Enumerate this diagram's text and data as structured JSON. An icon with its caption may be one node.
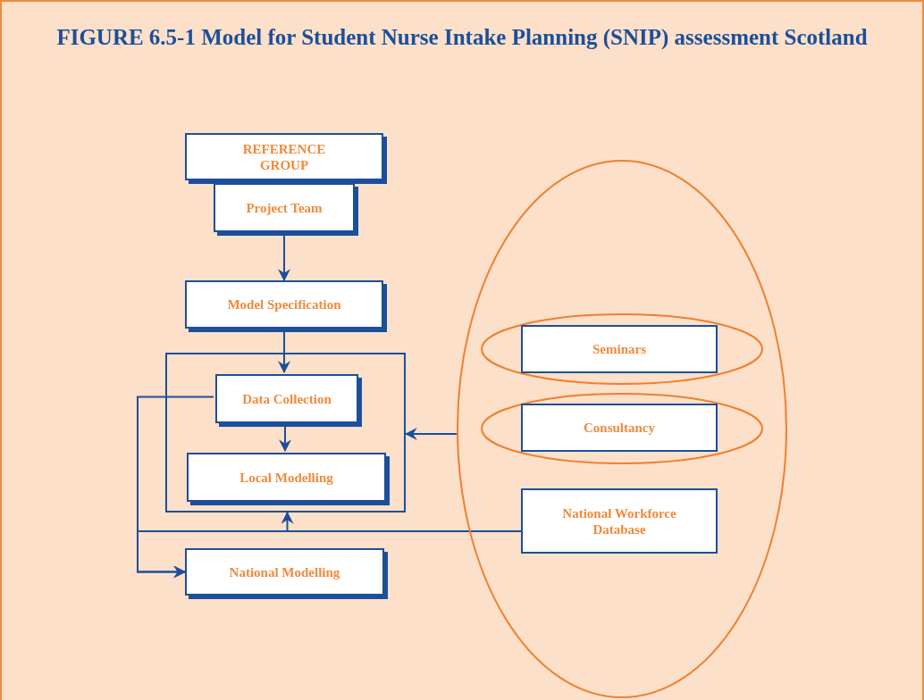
{
  "diagram": {
    "title": "FIGURE 6.5-1 Model for Student Nurse Intake Planning (SNIP) assessment Scotland",
    "nodes": [
      {
        "text": [
          "REFERENCE GROUP"
        ]
      },
      {
        "text": [
          "Project Team"
        ]
      },
      {
        "text": [
          "Model Specification"
        ]
      },
      {
        "text": [],
        "shape": "box"
      },
      {
        "text": [
          "Data Collection"
        ],
        "in": 3
      },
      {
        "text": [
          "Local Modelling"
        ],
        "in": 3
      },
      {
        "text": [
          "National Modelling"
        ]
      },
      {
        "text": [],
        "shape": "ellipse"
      },
      {
        "text": [
          "Seminars"
        ],
        "in": 7
      },
      {
        "text": [
          "Consultancy"
        ],
        "in": 7
      },
      {
        "text": [
          "National Workforce Database"
        ],
        "in": 7
      }
    ],
    "edges": [
      {
        "from": 1,
        "to": 2,
        "arrow": "to"
      },
      {
        "from": 2,
        "to": 4,
        "arrow": "to"
      },
      {
        "from": 4,
        "to": 5,
        "arrow": "to"
      },
      {
        "from": 4,
        "to": 6,
        "arrow": "to"
      },
      {
        "from": 10,
        "to": 6,
        "arrow": "to"
      },
      {
        "from": 10,
        "to": 3,
        "arrow": "to"
      },
      {
        "from": 7,
        "to": 3,
        "arrow": "to"
      }
    ]
  }
}
